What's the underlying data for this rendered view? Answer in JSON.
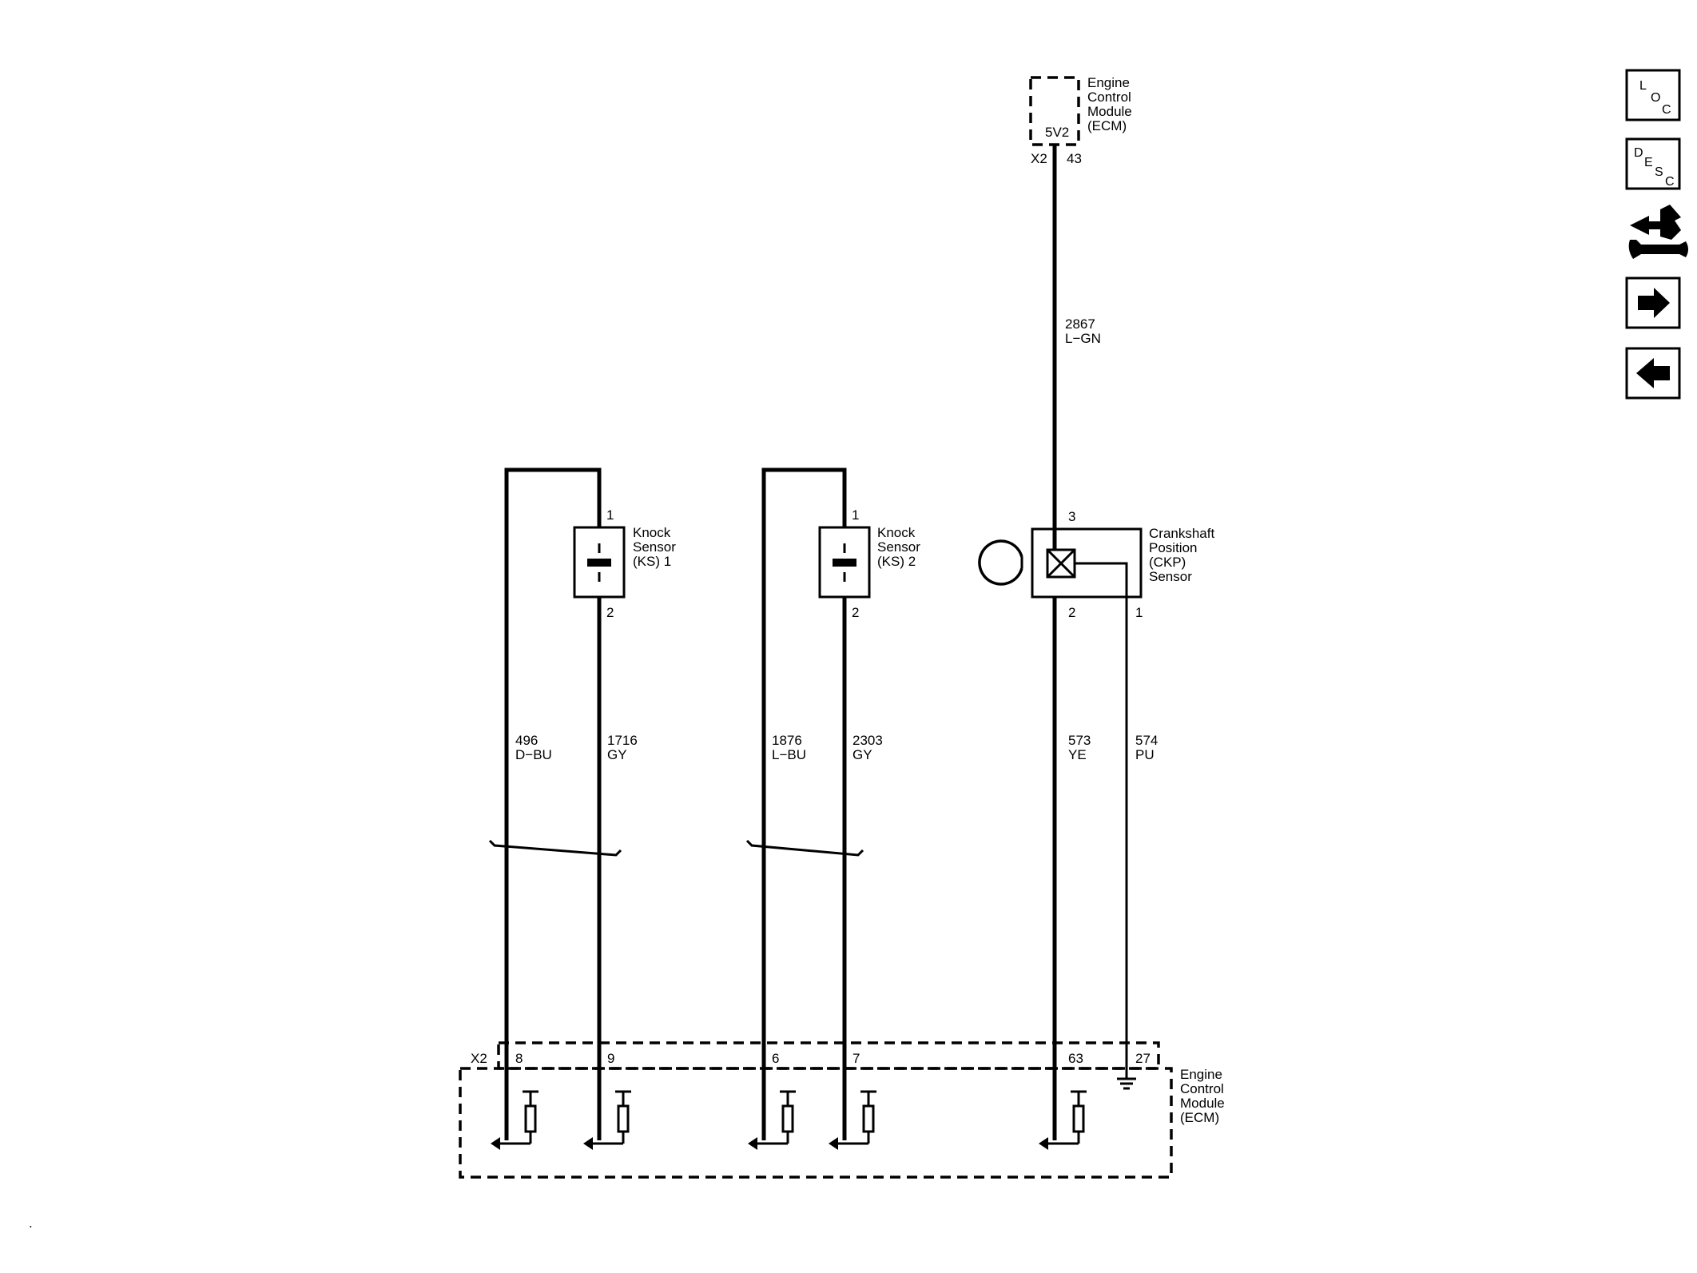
{
  "ecm_top": {
    "name_lines": [
      "Engine",
      "Control",
      "Module",
      "(ECM)"
    ],
    "terminal": "5V2",
    "connector": "X2",
    "pin": "43"
  },
  "wire_ckp_supply": {
    "circuit": "2867",
    "color": "L−GN"
  },
  "knock_sensor_1": {
    "name_lines": [
      "Knock",
      "Sensor",
      "(KS) 1"
    ],
    "pin_top": "1",
    "pin_bottom": "2"
  },
  "knock_sensor_2": {
    "name_lines": [
      "Knock",
      "Sensor",
      "(KS) 2"
    ],
    "pin_top": "1",
    "pin_bottom": "2"
  },
  "ckp_sensor": {
    "name_lines": [
      "Crankshaft",
      "Position",
      "(CKP)",
      "Sensor"
    ],
    "pin_top": "3",
    "pin_left": "2",
    "pin_right": "1"
  },
  "wires": [
    {
      "circuit": "496",
      "color": "D−BU"
    },
    {
      "circuit": "1716",
      "color": "GY"
    },
    {
      "circuit": "1876",
      "color": "L−BU"
    },
    {
      "circuit": "2303",
      "color": "GY"
    },
    {
      "circuit": "573",
      "color": "YE"
    },
    {
      "circuit": "574",
      "color": "PU"
    }
  ],
  "ecm_bottom": {
    "name_lines": [
      "Engine",
      "Control",
      "Module",
      "(ECM)"
    ],
    "connector": "X2",
    "pins": [
      "8",
      "9",
      "6",
      "7",
      "63",
      "27"
    ]
  },
  "nav": {
    "loc": [
      "L",
      "O",
      "C"
    ],
    "desc": [
      "D",
      "E",
      "S",
      "C"
    ]
  },
  "page_dot": "."
}
